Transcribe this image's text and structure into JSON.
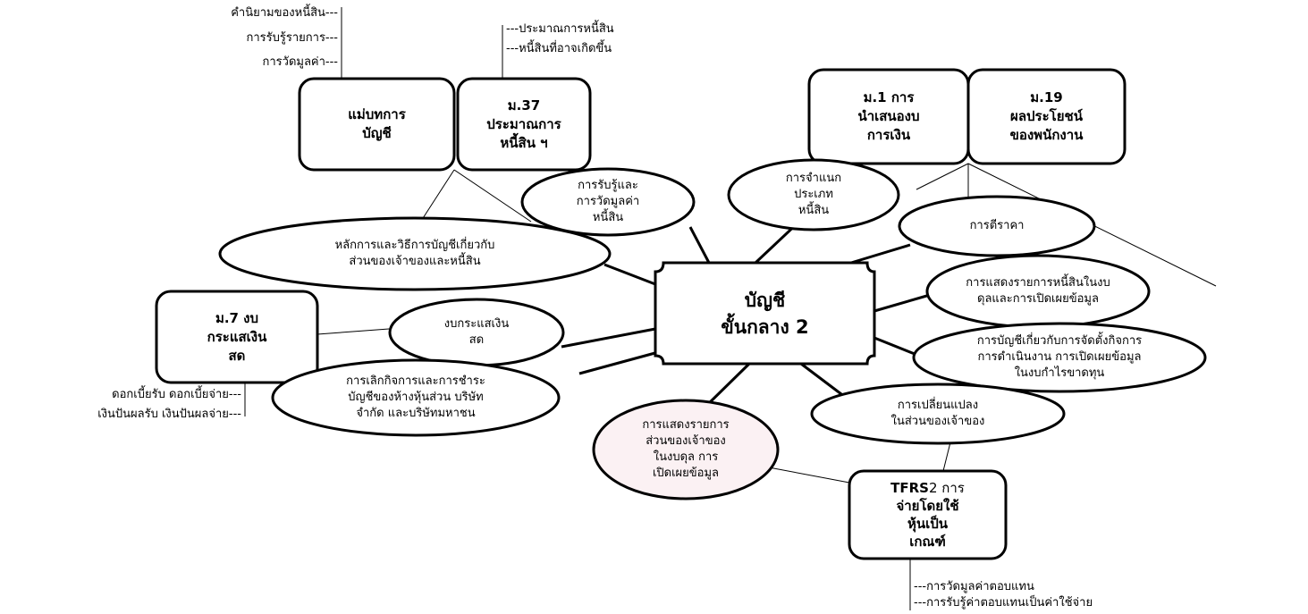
{
  "center": {
    "line1": "บัญชี",
    "line2": "ขั้นกลาง 2"
  },
  "boxes": {
    "framework": {
      "l1": "แม่บทการ",
      "l2": "บัญชี"
    },
    "m37": {
      "l1": "ม.37",
      "l2": "ประมาณการ",
      "l3": "หนี้สิน ฯ"
    },
    "m1": {
      "l1": "ม.1 การ",
      "l2": "นำเสนองบ",
      "l3": "การเงิน"
    },
    "m19": {
      "l1": "ม.19",
      "l2": "ผลประโยชน์",
      "l3": "ของพนักงาน"
    },
    "m7": {
      "l1": "ม.7 งบ",
      "l2": "กระแสเงิน",
      "l3": "สด"
    },
    "tfrs2": {
      "bold": "TFRS",
      "rest": "2 การ",
      "l2": "จ่ายโดยใช้",
      "l3": "หุ้นเป็น",
      "l4": "เกณฑ์"
    }
  },
  "ellipses": {
    "recognition": {
      "l1": "การรับรู้และ",
      "l2": "การวัดมูลค่า",
      "l3": "หนี้สิน"
    },
    "classification": {
      "l1": "การจำแนก",
      "l2": "ประเภท",
      "l3": "หนี้สิน"
    },
    "pricing": {
      "l1": "การตีราคา"
    },
    "principles": {
      "l1": "หลักการและวิธีการบัญชีเกี่ยวกับ",
      "l2": "ส่วนของเจ้าของและหนี้สิน"
    },
    "bs_liabilities": {
      "l1": "การแสดงรายการหนี้สินในงบ",
      "l2": "ดุลและการเปิดเผยข้อมูล"
    },
    "cashflow": {
      "l1": "งบกระแสเงิน",
      "l2": "สด"
    },
    "discontinued": {
      "l1": "การบัญชีเกี่ยวกับการจัดตั้งกิจการ",
      "l2": "การดำเนินงาน การเปิดเผยข้อมูล",
      "l3": "ในงบกำไรขาดทุน"
    },
    "dissolution": {
      "l1": "การเลิกกิจการและการชำระ",
      "l2": "บัญชีของห้างหุ้นส่วน บริษัท",
      "l3": "จำกัด และบริษัทมหาชน"
    },
    "equity_change": {
      "l1": "การเปลี่ยนแปลง",
      "l2": "ในส่วนของเจ้าของ"
    },
    "bs_equity": {
      "l1": "การแสดงรายการ",
      "l2": "ส่วนของเจ้าของ",
      "l3": "ในงบดุล การ",
      "l4": "เปิดเผยข้อมูล"
    }
  },
  "notes": {
    "framework": [
      "คำนิยามของหนี้สิน---",
      "การรับรู้รายการ---",
      "การวัดมูลค่า---"
    ],
    "m37": [
      "---ประมาณการหนี้สิน",
      "---หนี้สินที่อาจเกิดขึ้น"
    ],
    "m7": [
      "ดอกเบี้ยรับ  ดอกเบี้ยจ่าย---",
      "เงินปันผลรับ เงินปันผลจ่าย---"
    ],
    "tfrs2": [
      "---การวัดมูลค่าตอบแทน",
      "---การรับรู้ค่าตอบแทนเป็นค่าใช้จ่าย"
    ]
  }
}
